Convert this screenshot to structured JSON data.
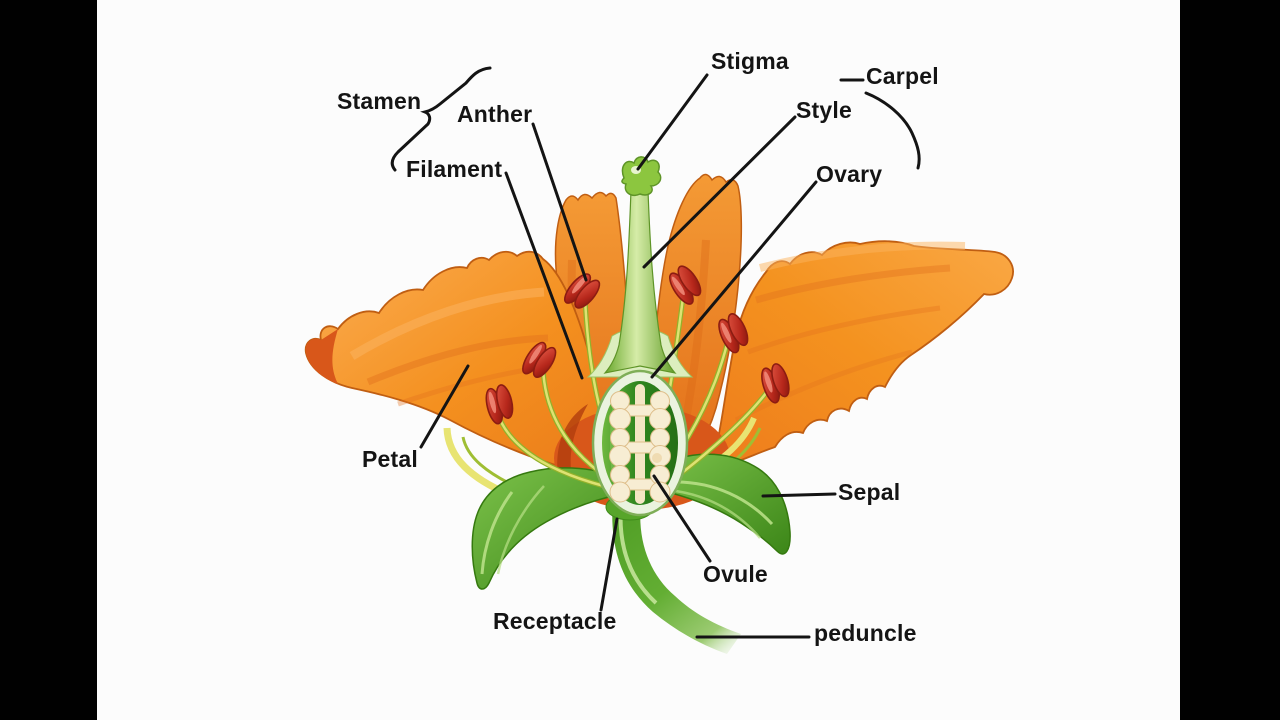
{
  "diagram": {
    "labels": {
      "stamen": "Stamen",
      "anther": "Anther",
      "filament": "Filament",
      "stigma": "Stigma",
      "carpel": "Carpel",
      "style": "Style",
      "ovary": "Ovary",
      "petal": "Petal",
      "sepal": "Sepal",
      "ovule": "Ovule",
      "receptacle": "Receptacle",
      "peduncle": "peduncle"
    },
    "colors": {
      "background": "#fcfcfc",
      "letterbox": "#010101",
      "label-text": "#141414",
      "leader-line": "#141414",
      "petal-orange": "#f4891f",
      "petal-outline": "#bf5a10",
      "anther-red": "#c1281e",
      "filament-yellow": "#d9dd55",
      "carpel-green": "#2f871f",
      "ovule-cream": "#f7edd3",
      "sepal-green": "#55a82c",
      "stem-green": "#58a62b"
    }
  }
}
